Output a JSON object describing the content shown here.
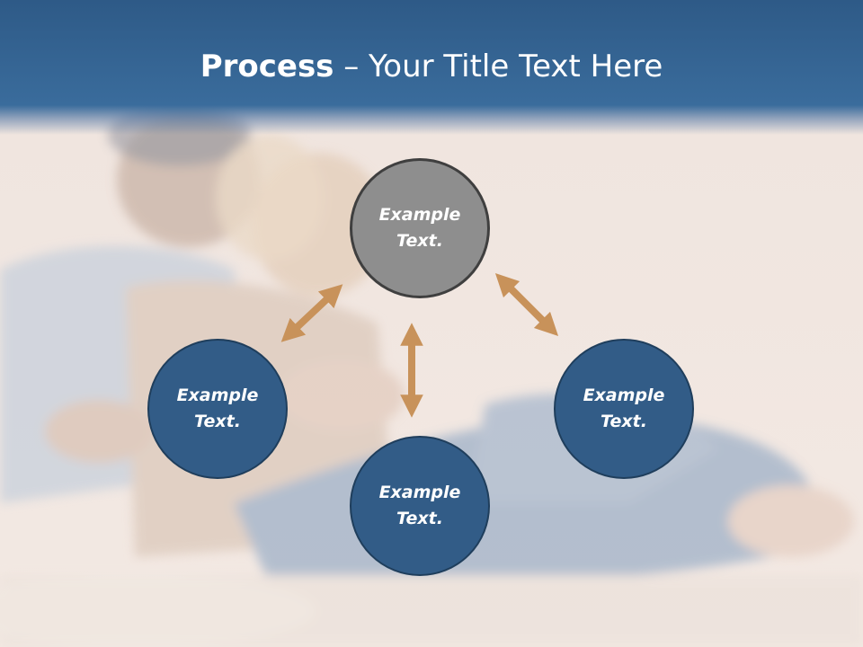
{
  "slide": {
    "title_bold": "Process",
    "title_rest": " – Your Title Text Here"
  },
  "process": {
    "top": "Example Text.",
    "left": "Example Text.",
    "right": "Example Text.",
    "bottom": "Example Text."
  },
  "colors": {
    "header": "#2e5a87",
    "circle_blue": "#325c87",
    "circle_gray": "#8e8e8e",
    "arrow": "#c8925a"
  }
}
